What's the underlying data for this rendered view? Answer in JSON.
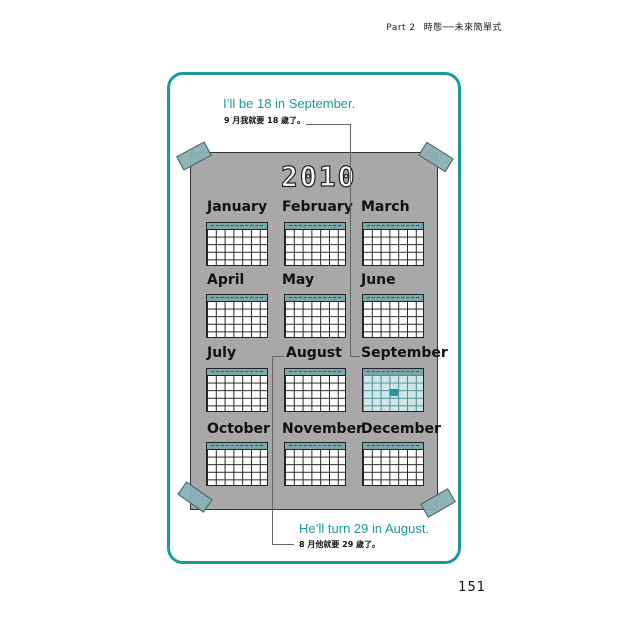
{
  "header": {
    "part": "Part 2",
    "title": "時態──未來簡單式"
  },
  "captions": {
    "top_en": "I’ll be 18 in September.",
    "top_zh": "9 月我就要 18 歲了。",
    "bottom_en": "He’ll turn 29 in August.",
    "bottom_zh": "8 月他就要 29 歲了。"
  },
  "calendar": {
    "year": "2010",
    "months": [
      "January",
      "February",
      "March",
      "April",
      "May",
      "June",
      "July",
      "August",
      "September",
      "October",
      "November",
      "December"
    ],
    "highlighted_month": "September"
  },
  "page_number": "151",
  "colors": {
    "accent": "#1a9a9c",
    "paper": "#a8a8a8",
    "tape": "#8ab0b4"
  }
}
